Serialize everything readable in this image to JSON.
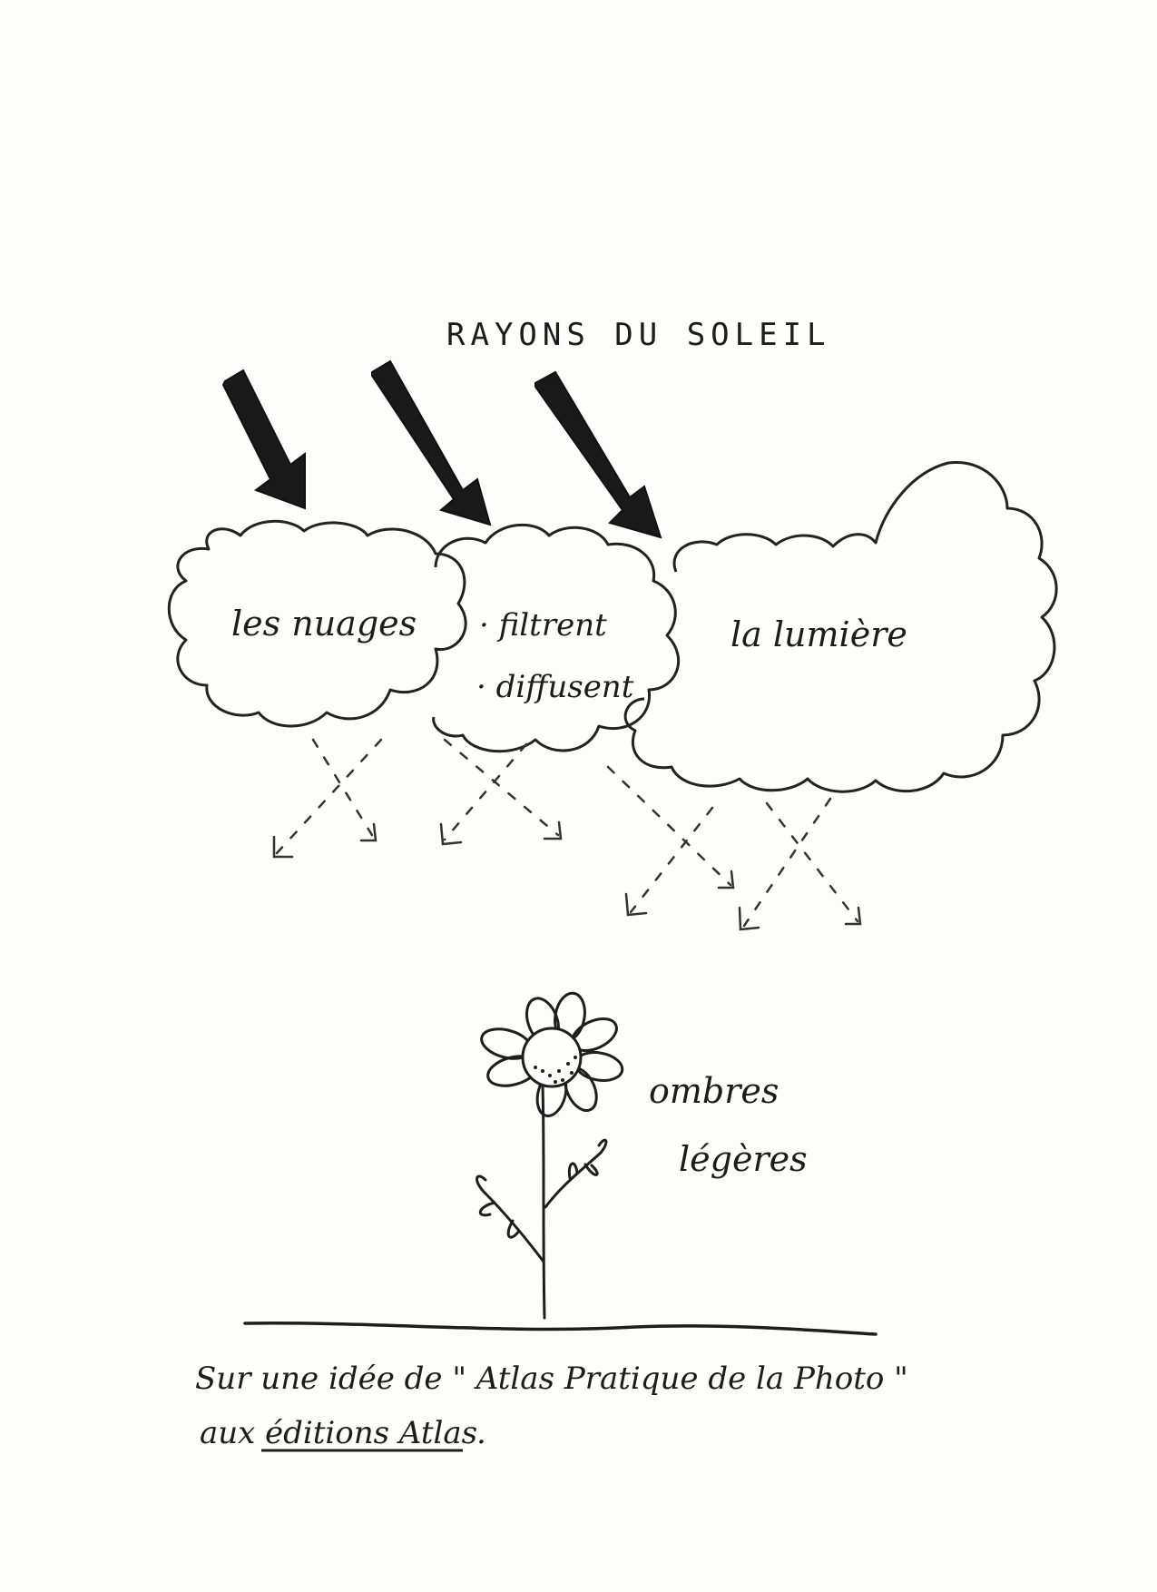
{
  "diagram": {
    "title": "RAYONS DU SOLEIL",
    "cloud_labels": {
      "left": "les nuages",
      "middle_line1": "· filtrent",
      "middle_line2": "· diffusent",
      "right": "la lumière"
    },
    "shadow_label_line1": "ombres",
    "shadow_label_line2": "légères"
  },
  "caption": {
    "line1": "Sur une idée de \" Atlas Pratique de la Photo \"",
    "line2_prefix": "aux",
    "line2_underlined": "éditions Atlas",
    "line2_suffix": "."
  },
  "colors": {
    "ink": "#1c1c1c",
    "paper": "#fdfdfb"
  }
}
